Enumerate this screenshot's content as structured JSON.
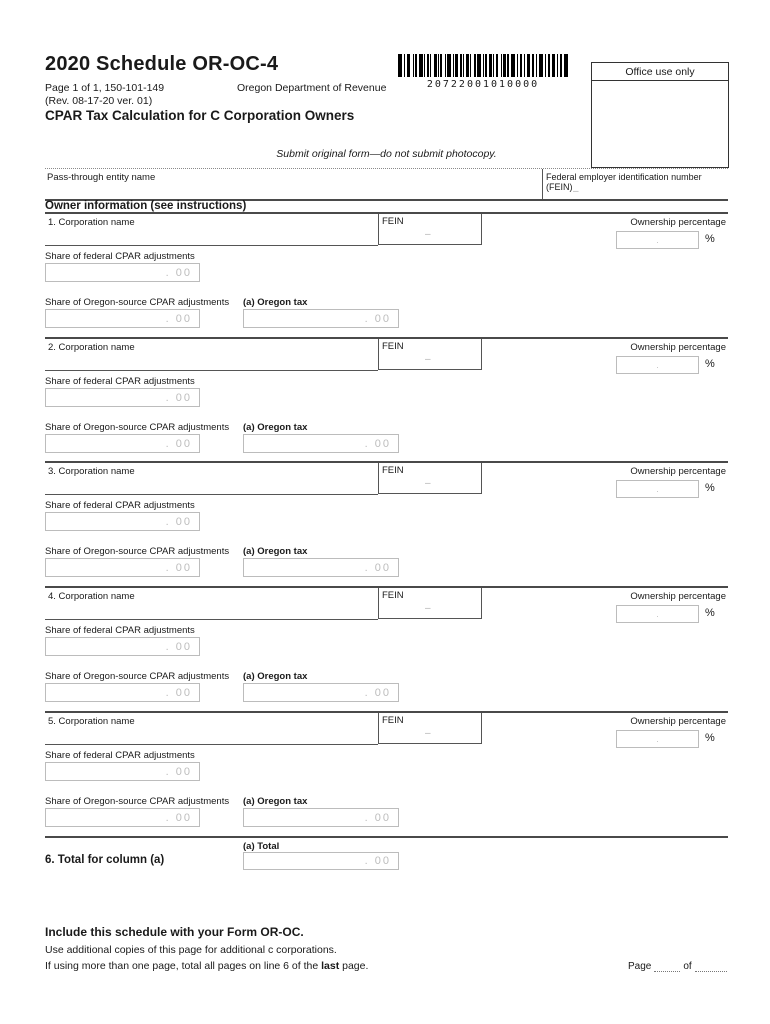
{
  "header": {
    "title": "2020 Schedule OR-OC-4",
    "page_info": "Page 1 of 1, 150-101-149",
    "agency": "Oregon Department of Revenue",
    "revision": "(Rev. 08-17-20 ver. 01)",
    "subtitle": "CPAR Tax Calculation for C Corporation Owners",
    "barcode_number": "20722001010000",
    "office_use_label": "Office use only"
  },
  "notice": {
    "submit_text": "Submit original form—do not submit photocopy."
  },
  "entity_row": {
    "name_label": "Pass-through entity name",
    "name_value": "",
    "fein_label": "Federal employer identification number (FEIN)",
    "fein_placeholder": "–"
  },
  "owner_section": {
    "heading": "Owner information (see instructions)",
    "fein_label": "FEIN",
    "fein_placeholder": "–",
    "ownership_label": "Ownership percentage",
    "ownership_placeholder": ".",
    "percent_sign": "%",
    "federal_adjustments_label": "Share of federal CPAR adjustments",
    "oregon_source_label": "Share of Oregon-source CPAR adjustments",
    "oregon_tax_label": "(a) Oregon tax",
    "amount_placeholder": ". 00",
    "blocks": [
      {
        "title": "1. Corporation name"
      },
      {
        "title": "2. Corporation name"
      },
      {
        "title": "3. Corporation name"
      },
      {
        "title": "4. Corporation name"
      },
      {
        "title": "5. Corporation name"
      }
    ]
  },
  "total_section": {
    "row_label": "6. Total for column (a)",
    "column_label": "(a) Total",
    "amount_placeholder": ". 00"
  },
  "footer": {
    "line1": "Include this schedule with your Form OR-OC.",
    "line2": "Use additional copies of this page for additional c corporations.",
    "line3_prefix": "If using more than one page, total all pages on line 6 of the ",
    "line3_bold": "last",
    "line3_suffix": " page.",
    "page_label": "Page",
    "of_label": "of"
  },
  "colors": {
    "rule": "#4a4a4a",
    "field_border": "#bcbcbc",
    "field_text": "#bdbdbd"
  }
}
